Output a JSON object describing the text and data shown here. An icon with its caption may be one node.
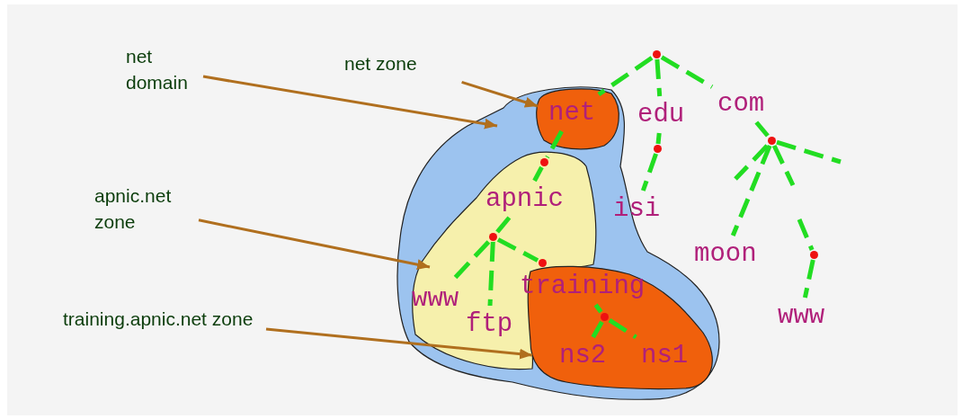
{
  "diagram": {
    "nodes": [
      {
        "text": [
          "net domain"
        ]
      },
      {
        "text": [
          "net zone"
        ]
      },
      {
        "text": [
          "apnic.net zone"
        ]
      },
      {
        "text": [
          "training.apnic.net zone"
        ]
      },
      {
        "text": [],
        "shape": "blob"
      },
      {
        "text": [],
        "shape": "blob",
        "in": 4
      },
      {
        "text": [],
        "shape": "blob",
        "in": 4
      },
      {
        "text": [],
        "shape": "blob",
        "in": 4
      },
      {
        "text": [],
        "shape": "circle"
      },
      {
        "text": [
          "net"
        ],
        "in": 5
      },
      {
        "text": [
          "edu"
        ]
      },
      {
        "text": [
          "com"
        ]
      },
      {
        "text": [],
        "shape": "circle",
        "in": 6
      },
      {
        "text": [
          "apnic"
        ],
        "in": 6
      },
      {
        "text": [],
        "shape": "circle",
        "in": 6
      },
      {
        "text": [
          "www"
        ],
        "in": 6
      },
      {
        "text": [
          "ftp"
        ],
        "in": 6
      },
      {
        "text": [],
        "shape": "circle",
        "in": 6
      },
      {
        "text": [
          "training"
        ],
        "in": 7
      },
      {
        "text": [],
        "shape": "circle",
        "in": 7
      },
      {
        "text": [
          "ns2"
        ],
        "in": 7
      },
      {
        "text": [
          "ns1"
        ],
        "in": 7
      },
      {
        "text": [],
        "shape": "circle"
      },
      {
        "text": [
          "isi"
        ]
      },
      {
        "text": [],
        "shape": "circle"
      },
      {
        "text": [
          "moon"
        ]
      },
      {
        "text": [],
        "shape": "circle"
      },
      {
        "text": [
          "www"
        ]
      }
    ],
    "edges": [
      {
        "from": 0,
        "to": 4,
        "arrow": "to",
        "color": "#b06f1e"
      },
      {
        "from": 1,
        "to": 5,
        "arrow": "to",
        "color": "#b06f1e"
      },
      {
        "from": 2,
        "to": 6,
        "arrow": "to",
        "color": "#b06f1e"
      },
      {
        "from": 3,
        "to": 7,
        "arrow": "to",
        "color": "#b06f1e"
      },
      {
        "from": 8,
        "to": 9,
        "arrow": "none",
        "style": "dashed"
      },
      {
        "from": 8,
        "to": 10,
        "arrow": "none",
        "style": "dashed"
      },
      {
        "from": 8,
        "to": 11,
        "arrow": "none",
        "style": "dashed"
      },
      {
        "from": 9,
        "to": 12,
        "arrow": "none",
        "style": "dashed"
      },
      {
        "from": 12,
        "to": 13,
        "arrow": "none",
        "style": "dashed"
      },
      {
        "from": 13,
        "to": 14,
        "arrow": "none",
        "style": "dashed"
      },
      {
        "from": 14,
        "to": 15,
        "arrow": "none",
        "style": "dashed"
      },
      {
        "from": 14,
        "to": 16,
        "arrow": "none",
        "style": "dashed"
      },
      {
        "from": 14,
        "to": 17,
        "arrow": "none",
        "style": "dashed"
      },
      {
        "from": 18,
        "to": 19,
        "arrow": "none",
        "style": "dashed"
      },
      {
        "from": 19,
        "to": 20,
        "arrow": "none",
        "style": "dashed"
      },
      {
        "from": 19,
        "to": 21,
        "arrow": "none",
        "style": "dashed"
      },
      {
        "from": 10,
        "to": 22,
        "arrow": "none",
        "style": "dashed"
      },
      {
        "from": 22,
        "to": 23,
        "arrow": "none",
        "style": "dashed"
      },
      {
        "from": 11,
        "to": 24,
        "arrow": "none",
        "style": "dashed"
      },
      {
        "from": 24,
        "to": null,
        "arrow": "none",
        "style": "dashed"
      },
      {
        "from": 24,
        "to": null,
        "arrow": "none",
        "style": "dashed"
      },
      {
        "from": 24,
        "to": 25,
        "arrow": "none",
        "style": "dashed"
      },
      {
        "from": 24,
        "to": null,
        "arrow": "none",
        "style": "dashed"
      },
      {
        "from": null,
        "to": 26,
        "arrow": "none",
        "style": "dashed"
      },
      {
        "from": 26,
        "to": 27,
        "arrow": "none",
        "style": "dashed"
      }
    ]
  }
}
